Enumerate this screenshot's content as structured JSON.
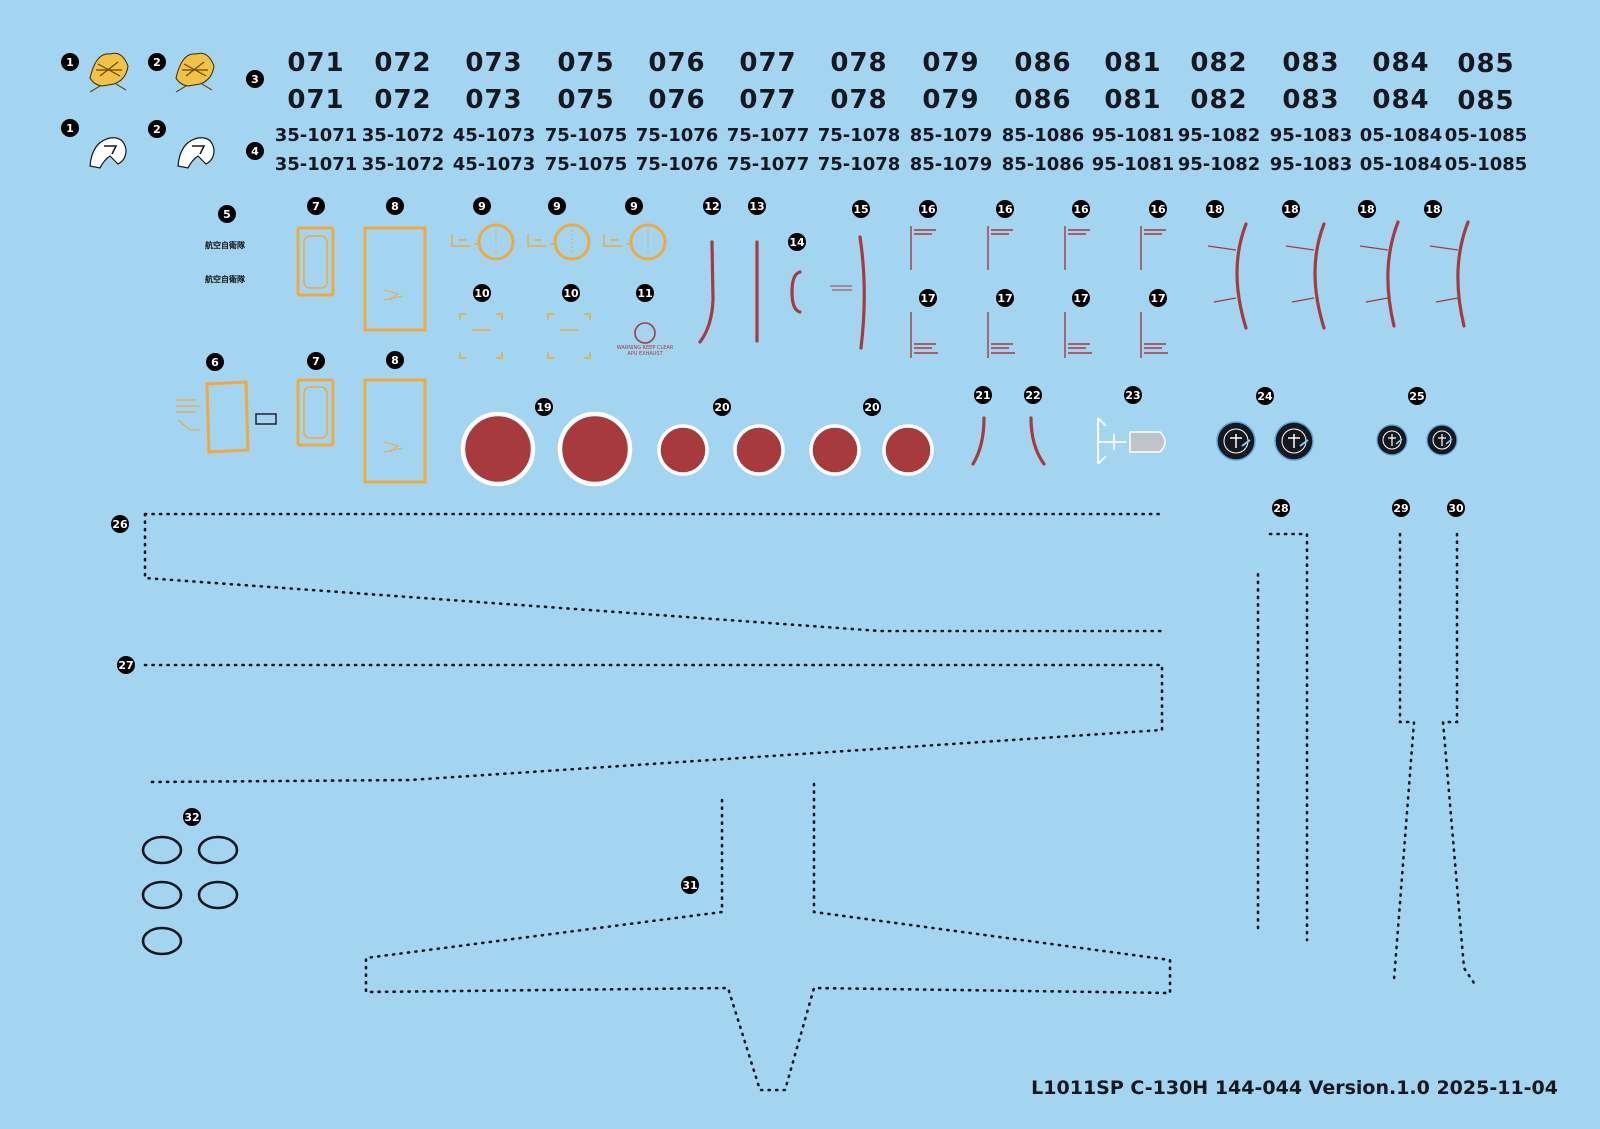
{
  "sheet": {
    "footer": "L1011SP C-130H 144-044 Version.1.0 2025-11-04",
    "asdf_text": "航空自衛隊",
    "warning_line1": "WARNING KEEP CLEAR",
    "warning_line2": "APU EXHAUST"
  },
  "codes": {
    "row1": [
      "071",
      "072",
      "073",
      "075",
      "076",
      "077",
      "078",
      "079",
      "086",
      "081",
      "082",
      "083",
      "084",
      "085"
    ],
    "row2": [
      "071",
      "072",
      "073",
      "075",
      "076",
      "077",
      "078",
      "079",
      "086",
      "081",
      "082",
      "083",
      "084",
      "085"
    ]
  },
  "serials": {
    "row1": [
      "35-1071",
      "35-1072",
      "45-1073",
      "75-1075",
      "75-1076",
      "75-1077",
      "75-1078",
      "85-1079",
      "85-1086",
      "95-1081",
      "95-1082",
      "95-1083",
      "05-1084",
      "05-1085"
    ],
    "row2": [
      "35-1071",
      "35-1072",
      "45-1073",
      "75-1075",
      "75-1076",
      "75-1077",
      "75-1078",
      "85-1079",
      "85-1086",
      "95-1081",
      "95-1082",
      "95-1083",
      "05-1084",
      "05-1085"
    ]
  },
  "callouts": [
    "1",
    "2",
    "1",
    "2",
    "3",
    "4",
    "5",
    "6",
    "7",
    "7",
    "8",
    "8",
    "9",
    "9",
    "9",
    "10",
    "10",
    "11",
    "12",
    "13",
    "14",
    "15",
    "16",
    "16",
    "16",
    "16",
    "17",
    "17",
    "17",
    "17",
    "18",
    "18",
    "18",
    "18",
    "19",
    "20",
    "20",
    "21",
    "22",
    "23",
    "24",
    "25",
    "26",
    "27",
    "28",
    "29",
    "30",
    "31",
    "32"
  ],
  "colors": {
    "background": "#a3d5f1",
    "hinomaru": "#a63a3d",
    "ink": "#16181f",
    "orange": "#efa93f",
    "gold": "#f0c247"
  }
}
